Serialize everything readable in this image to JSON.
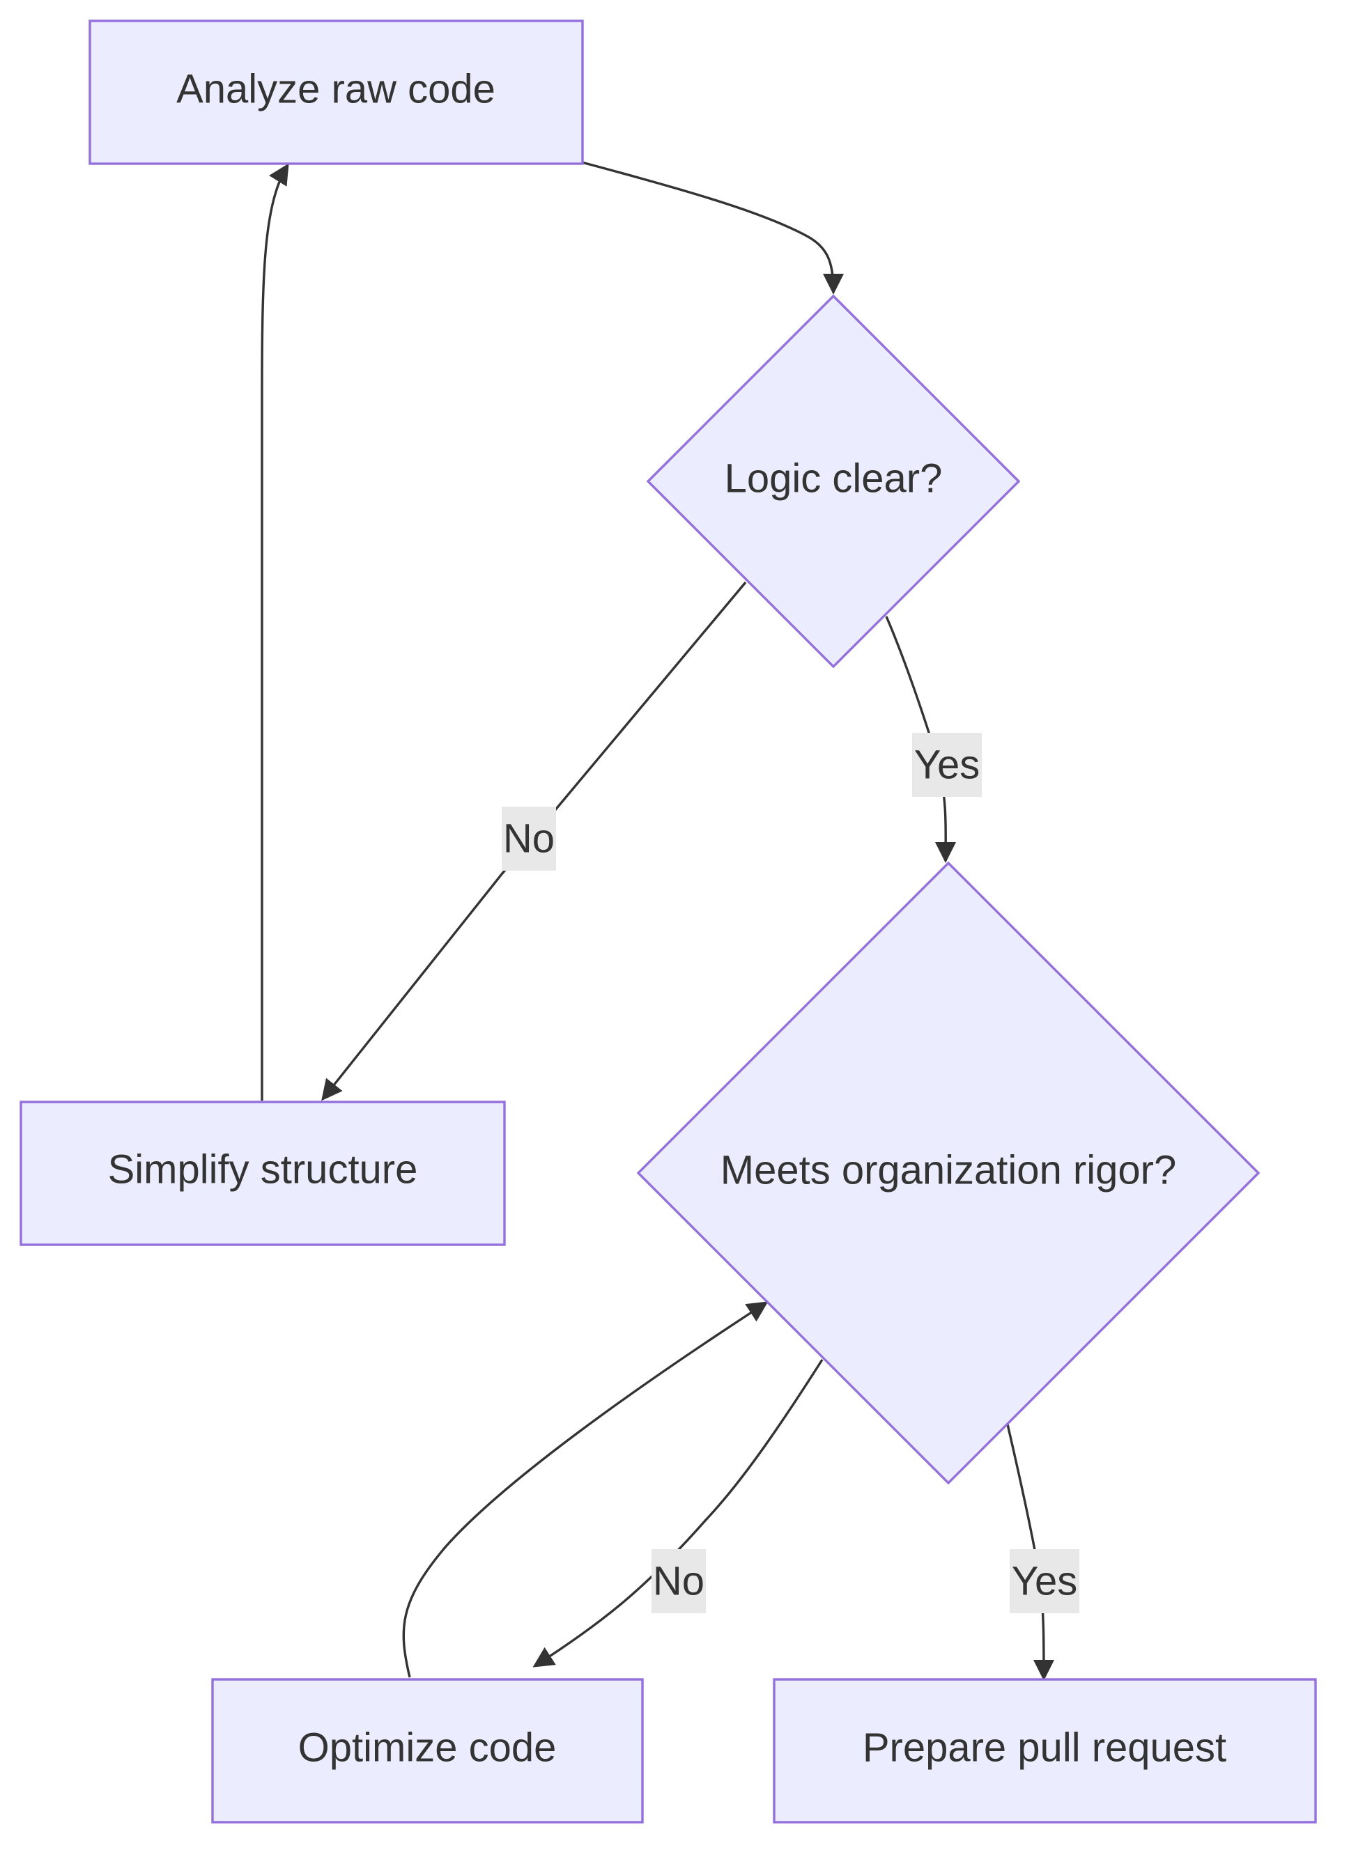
{
  "diagram": {
    "type": "flowchart",
    "colors": {
      "node_fill": "#ECECFF",
      "node_border": "#9370DB",
      "text": "#333333",
      "edge": "#333333",
      "edge_label_bg": "#E8E8E8"
    },
    "nodes": {
      "analyze": {
        "shape": "rectangle",
        "label": "Analyze raw code"
      },
      "logic": {
        "shape": "diamond",
        "label": "Logic clear?"
      },
      "simplify": {
        "shape": "rectangle",
        "label": "Simplify structure"
      },
      "rigor": {
        "shape": "diamond",
        "label": "Meets organization rigor?"
      },
      "optimize": {
        "shape": "rectangle",
        "label": "Optimize code"
      },
      "pr": {
        "shape": "rectangle",
        "label": "Prepare pull request"
      }
    },
    "edges": [
      {
        "from": "analyze",
        "to": "logic",
        "label": ""
      },
      {
        "from": "logic",
        "to": "simplify",
        "label": "No"
      },
      {
        "from": "logic",
        "to": "rigor",
        "label": "Yes"
      },
      {
        "from": "simplify",
        "to": "analyze",
        "label": ""
      },
      {
        "from": "rigor",
        "to": "optimize",
        "label": "No"
      },
      {
        "from": "rigor",
        "to": "pr",
        "label": "Yes"
      },
      {
        "from": "optimize",
        "to": "rigor",
        "label": ""
      }
    ]
  }
}
